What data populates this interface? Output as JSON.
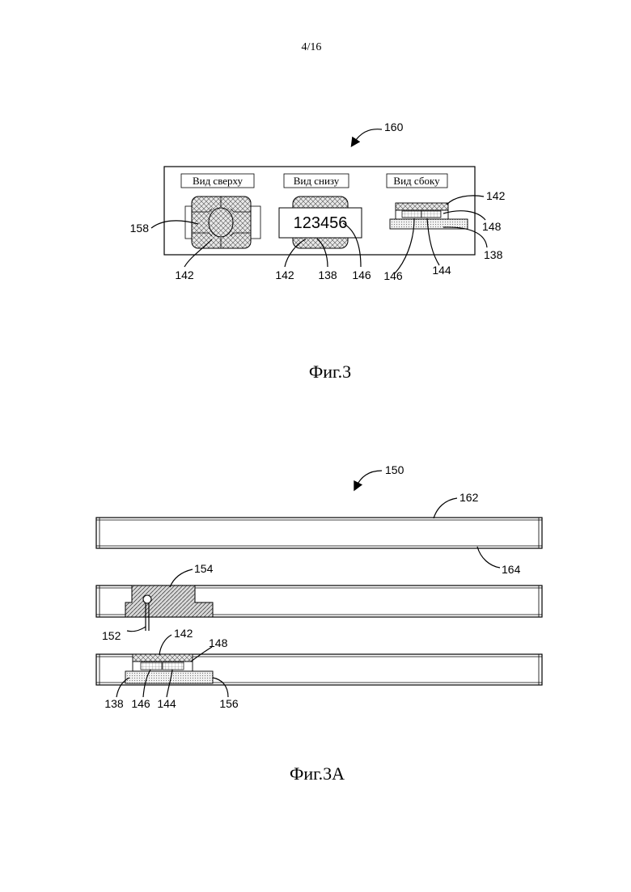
{
  "page_number": "4/16",
  "figure_3": {
    "caption": "Фиг.3",
    "overall_ref": "160",
    "views": {
      "top": "Вид сверху",
      "bottom": "Вид снизу",
      "side": "Вид сбоку"
    },
    "chip_number": "123456",
    "refs": {
      "r158": "158",
      "r142_top": "142",
      "r142_bottom": "142",
      "r138_bottom": "138",
      "r146_bottom": "146",
      "r142_side": "142",
      "r148_side": "148",
      "r138_side": "138",
      "r146_side": "146",
      "r144_side": "144"
    }
  },
  "figure_3a": {
    "caption": "Фиг.3A",
    "overall_ref": "150",
    "refs": {
      "r162": "162",
      "r164": "164",
      "r154": "154",
      "r152": "152",
      "r142": "142",
      "r148": "148",
      "r138": "138",
      "r146": "146",
      "r144": "144",
      "r156": "156"
    }
  }
}
